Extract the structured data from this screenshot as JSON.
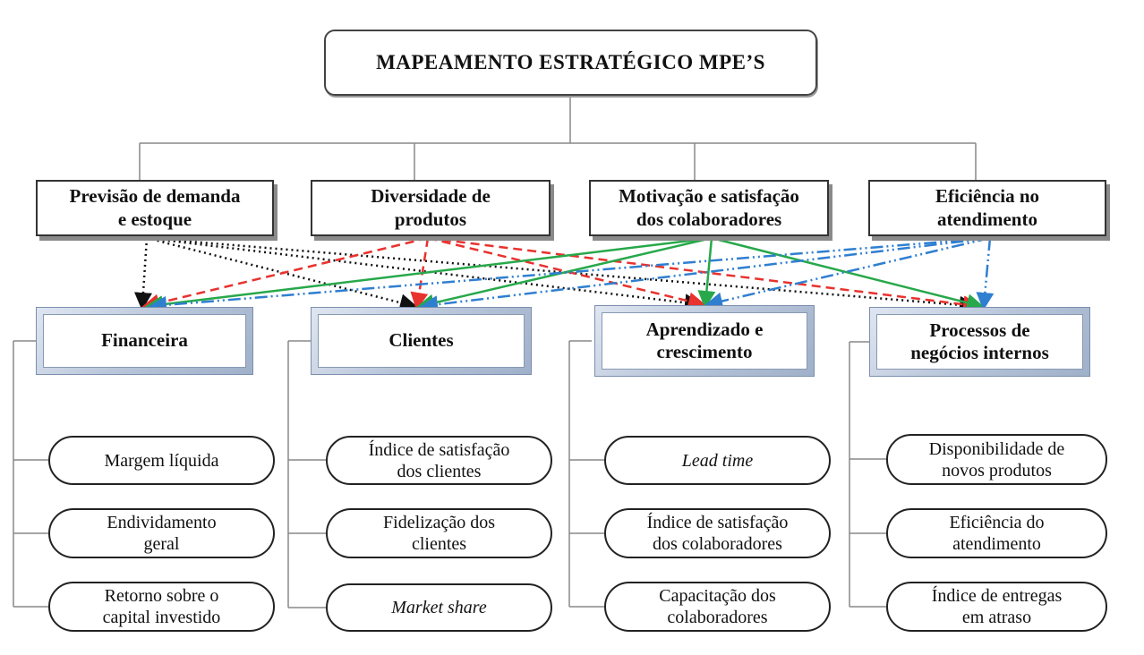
{
  "title": "MAPEAMENTO ESTRATÉGICO MPE’S",
  "objectives": [
    {
      "id": "previsao",
      "label": "Previsão de demanda\ne estoque"
    },
    {
      "id": "diversidade",
      "label": "Diversidade de\nprodutos"
    },
    {
      "id": "motivacao",
      "label": "Motivação e satisfação\ndos colaboradores"
    },
    {
      "id": "eficiencia",
      "label": "Eficiência no\natendimento"
    }
  ],
  "perspectives": [
    {
      "id": "financeira",
      "label": "Financeira",
      "indicators": [
        {
          "label": "Margem líquida",
          "italic": false
        },
        {
          "label": "Endividamento\ngeral",
          "italic": false
        },
        {
          "label": "Retorno sobre o\ncapital investido",
          "italic": false
        }
      ]
    },
    {
      "id": "clientes",
      "label": "Clientes",
      "indicators": [
        {
          "label": "Índice de satisfação\ndos clientes",
          "italic": false
        },
        {
          "label": "Fidelização dos\nclientes",
          "italic": false
        },
        {
          "label": "Market share",
          "italic": true
        }
      ]
    },
    {
      "id": "aprendizado",
      "label": "Aprendizado e\ncrescimento",
      "indicators": [
        {
          "label": "Lead time",
          "italic": true
        },
        {
          "label": "Índice de satisfação\ndos colaboradores",
          "italic": false
        },
        {
          "label": "Capacitação dos\ncolaboradores",
          "italic": false
        }
      ]
    },
    {
      "id": "processos",
      "label": "Processos de\nnegócios internos",
      "indicators": [
        {
          "label": "Disponibilidade de\nnovos produtos",
          "italic": false
        },
        {
          "label": "Eficiência do\natendimento",
          "italic": false
        },
        {
          "label": "Índice de entregas\nem atraso",
          "italic": false
        }
      ]
    }
  ],
  "links": [
    {
      "from": "previsao",
      "to": "financeira",
      "style": "dotted",
      "color": "#111111"
    },
    {
      "from": "previsao",
      "to": "clientes",
      "style": "dotted",
      "color": "#111111"
    },
    {
      "from": "previsao",
      "to": "aprendizado",
      "style": "dotted",
      "color": "#111111"
    },
    {
      "from": "previsao",
      "to": "processos",
      "style": "dotted",
      "color": "#111111"
    },
    {
      "from": "diversidade",
      "to": "financeira",
      "style": "dashed",
      "color": "#e8322e"
    },
    {
      "from": "diversidade",
      "to": "clientes",
      "style": "dashed",
      "color": "#e8322e"
    },
    {
      "from": "diversidade",
      "to": "aprendizado",
      "style": "dashed",
      "color": "#e8322e"
    },
    {
      "from": "diversidade",
      "to": "processos",
      "style": "dashed",
      "color": "#e8322e"
    },
    {
      "from": "motivacao",
      "to": "financeira",
      "style": "solid",
      "color": "#27a84a"
    },
    {
      "from": "motivacao",
      "to": "clientes",
      "style": "solid",
      "color": "#27a84a"
    },
    {
      "from": "motivacao",
      "to": "aprendizado",
      "style": "solid",
      "color": "#27a84a"
    },
    {
      "from": "motivacao",
      "to": "processos",
      "style": "solid",
      "color": "#27a84a"
    },
    {
      "from": "eficiencia",
      "to": "financeira",
      "style": "dashdot",
      "color": "#2f7fd0"
    },
    {
      "from": "eficiencia",
      "to": "clientes",
      "style": "dashdot",
      "color": "#2f7fd0"
    },
    {
      "from": "eficiencia",
      "to": "aprendizado",
      "style": "dashdot",
      "color": "#2f7fd0"
    },
    {
      "from": "eficiencia",
      "to": "processos",
      "style": "dashdot",
      "color": "#2f7fd0"
    }
  ],
  "colors": {
    "connector": "#888888",
    "box_border": "#333333",
    "perspective_frame": "#b9c6da"
  }
}
